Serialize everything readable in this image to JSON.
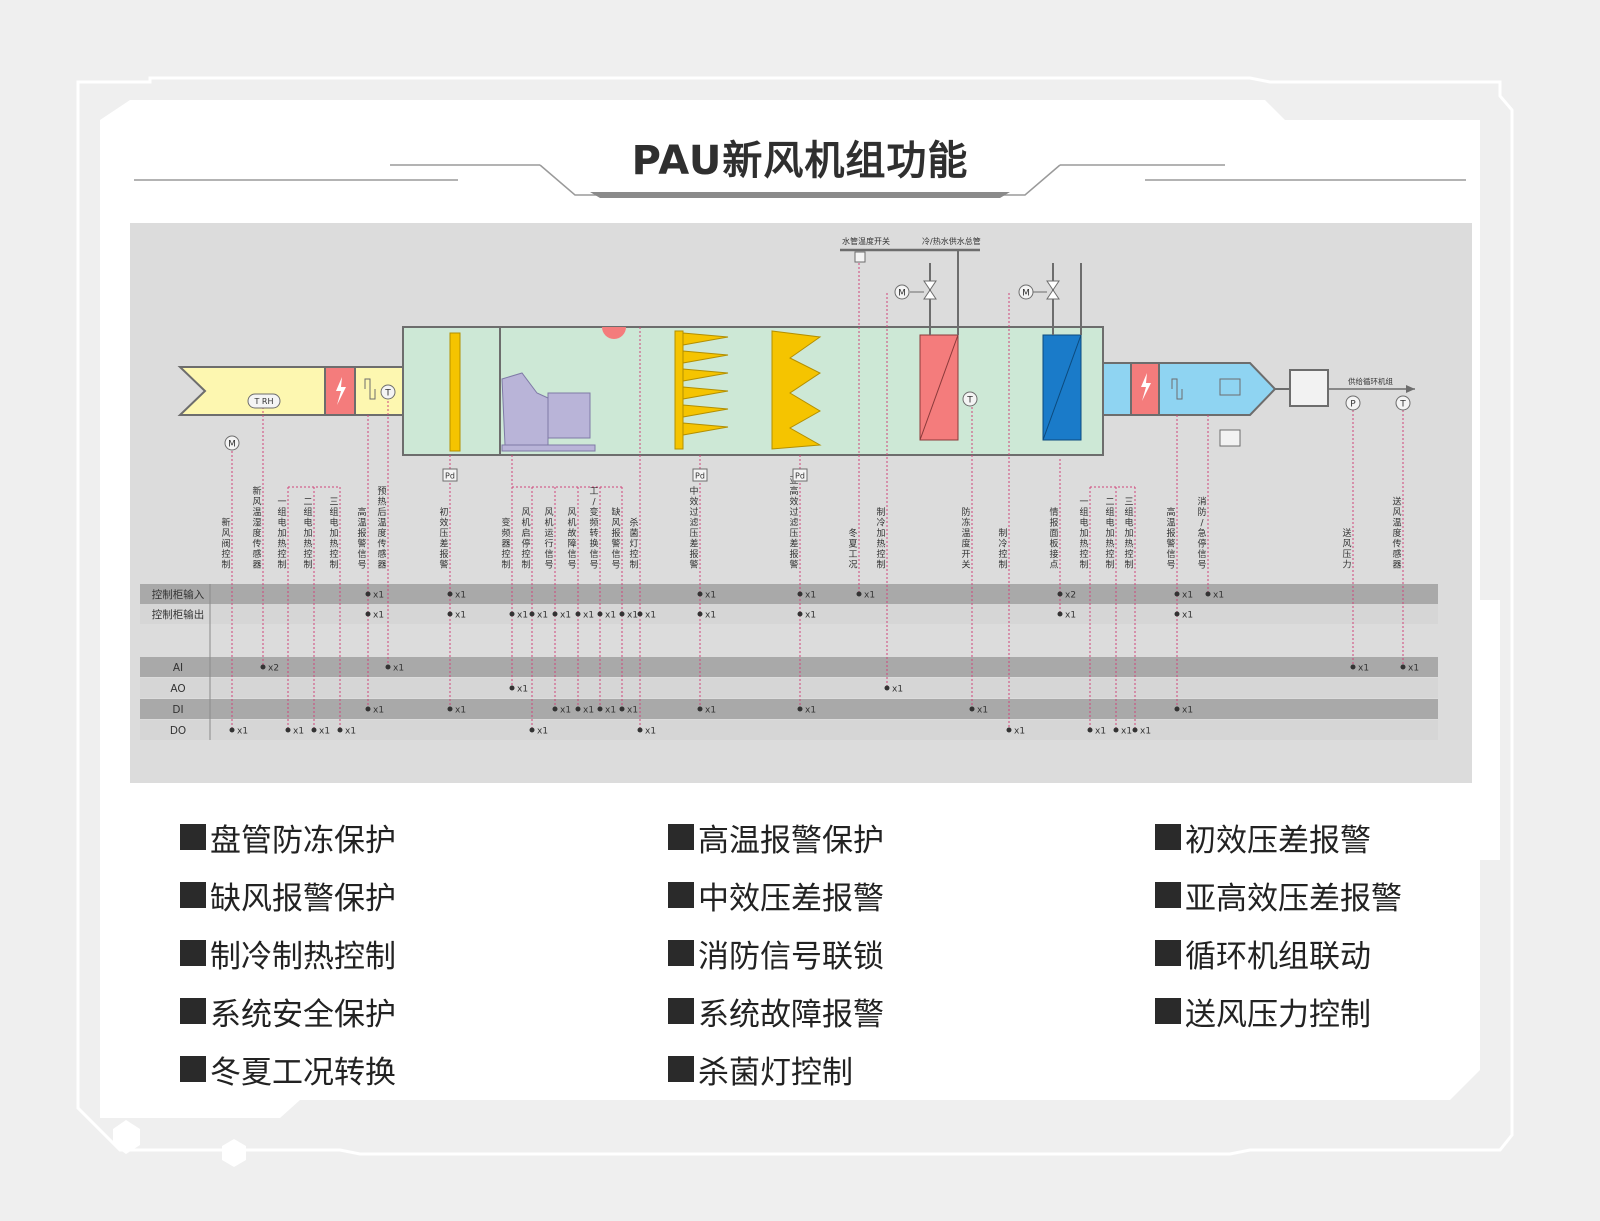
{
  "title": "PAU新风机组功能",
  "diagram": {
    "pipe_labels": {
      "water_switch": "水管温度开关",
      "main_pipe": "冷/热水供水总管",
      "circulation": "供给循环机组"
    },
    "sensor_labels": {
      "t": "T",
      "rh": "RH",
      "pd": "Pd",
      "m": "M",
      "p": "P"
    },
    "row_labels": [
      "控制柜输入",
      "控制柜输出",
      "AI",
      "AO",
      "DI",
      "DO"
    ],
    "signals": [
      {
        "label": "新风阀控制",
        "marks": {
          "DO": "x1"
        }
      },
      {
        "label": "新风温湿度传感器",
        "marks": {
          "AI": "x2"
        }
      },
      {
        "label": "一组电加热控制",
        "marks": {
          "DO": "x1"
        }
      },
      {
        "label": "二组电加热控制",
        "marks": {
          "DO": "x1"
        }
      },
      {
        "label": "三组电加热控制",
        "marks": {
          "DO": "x1"
        }
      },
      {
        "label": "高温报警信号",
        "marks": {
          "控制柜输入": "x1",
          "控制柜输出": "x1",
          "DI": "x1"
        }
      },
      {
        "label": "预热后温度传感器",
        "marks": {
          "AI": "x1"
        }
      },
      {
        "label": "初效压差报警",
        "marks": {
          "控制柜输入": "x1",
          "控制柜输出": "x1",
          "DI": "x1"
        }
      },
      {
        "label": "变频器控制",
        "marks": {
          "控制柜输出": "x1",
          "AO": "x1"
        }
      },
      {
        "label": "风机启停控制",
        "marks": {
          "控制柜输出": "x1",
          "DO": "x1"
        }
      },
      {
        "label": "风机运行信号",
        "marks": {
          "控制柜输出": "x1",
          "DI": "x1"
        }
      },
      {
        "label": "风机故障信号",
        "marks": {
          "控制柜输出": "x1",
          "DI": "x1"
        }
      },
      {
        "label": "工/变频转换信号",
        "marks": {
          "控制柜输出": "x1",
          "DI": "x1"
        }
      },
      {
        "label": "缺风报警信号",
        "marks": {
          "控制柜输出": "x1",
          "DI": "x1"
        }
      },
      {
        "label": "杀菌灯控制",
        "marks": {
          "控制柜输出": "x1",
          "DO": "x1"
        }
      },
      {
        "label": "中效过滤压差报警",
        "marks": {
          "控制柜输入": "x1",
          "控制柜输出": "x1",
          "DI": "x1"
        }
      },
      {
        "label": "亚高效过滤压差报警",
        "marks": {
          "控制柜输入": "x1",
          "控制柜输出": "x1",
          "DI": "x1"
        }
      },
      {
        "label": "冬夏工况",
        "marks": {
          "控制柜输入": "x1"
        }
      },
      {
        "label": "制冷加热控制",
        "marks": {
          "AO": "x1"
        }
      },
      {
        "label": "防冻温度开关",
        "marks": {
          "DI": "x1"
        }
      },
      {
        "label": "制冷控制",
        "marks": {
          "DO": "x1"
        }
      },
      {
        "label": "情报面板接点",
        "marks": {
          "控制柜输入": "x2",
          "控制柜输出": "x1"
        }
      },
      {
        "label": "一组电加热控制",
        "marks": {
          "DO": "x1"
        }
      },
      {
        "label": "二组电加热控制",
        "marks": {
          "DO": "x1"
        }
      },
      {
        "label": "三组电加热控制",
        "marks": {
          "DO": "x1"
        }
      },
      {
        "label": "高温报警信号",
        "marks": {
          "控制柜输入": "x1",
          "控制柜输出": "x1",
          "DI": "x1"
        }
      },
      {
        "label": "消防/急停信号",
        "marks": {
          "控制柜输入": "x1"
        }
      },
      {
        "label": "送风压力",
        "marks": {
          "AI": "x1"
        }
      },
      {
        "label": "送风温度传感器",
        "marks": {
          "AI": "x1"
        }
      }
    ]
  },
  "features": [
    [
      "盘管防冻保护",
      "缺风报警保护",
      "制冷制热控制",
      "系统安全保护",
      "冬夏工况转换"
    ],
    [
      "高温报警保护",
      "中效压差报警",
      "消防信号联锁",
      "系统故障报警",
      "杀菌灯控制"
    ],
    [
      "初效压差报警",
      "亚高效压差报警",
      "循环机组联动",
      "送风压力控制"
    ]
  ],
  "colors": {
    "frame": "#ffffff",
    "panel": "#dcdcdc",
    "unit": "#cde8d6",
    "intake": "#fdf7b0",
    "outlet": "#8fd4f2",
    "heater": "#f47c7c",
    "cooler": "#1a7bc9",
    "filter": "#f5c400",
    "fan": "#b9b4d8",
    "leader": "#d0457a"
  }
}
